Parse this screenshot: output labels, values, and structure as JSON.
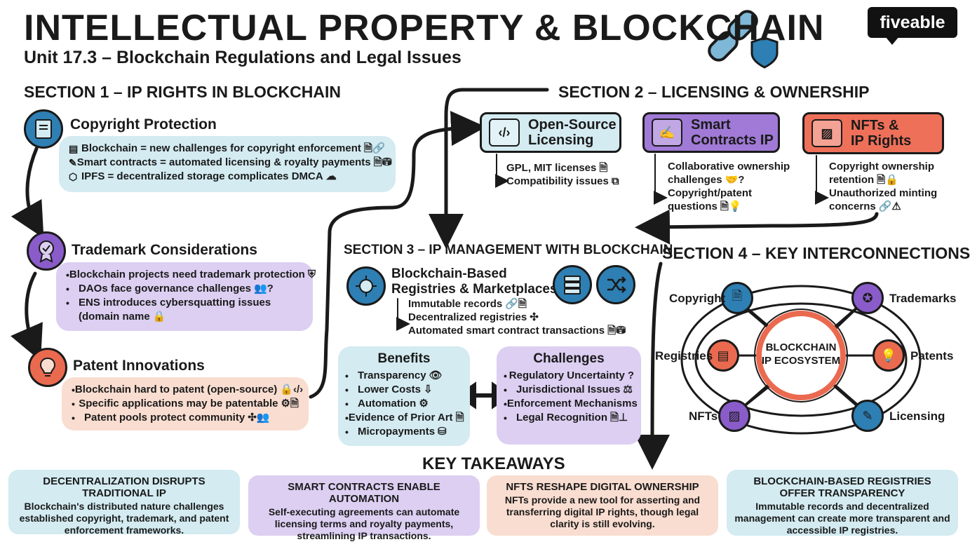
{
  "header": {
    "title": "INTELLECTUAL PROPERTY & BLOCKCHAIN",
    "subtitle": "Unit 17.3 – Blockchain Regulations and Legal Issues",
    "logo": "fiveable"
  },
  "section1": {
    "title": "SECTION 1 – IP RIGHTS IN BLOCKCHAIN",
    "copyright": {
      "heading": "Copyright Protection",
      "items": [
        "Blockchain = new challenges for copyright enforcement",
        "Smart contracts = automated licensing & royalty payments",
        "IPFS = decentralized storage complicates DMCA"
      ]
    },
    "trademark": {
      "heading": "Trademark Considerations",
      "items": [
        "Blockchain projects need trademark protection",
        "DAOs face governance challenges",
        "ENS introduces cybersquatting issues",
        "(domain name"
      ]
    },
    "patent": {
      "heading": "Patent Innovations",
      "items": [
        "Blockchain hard to patent (open-source)",
        "Specific applications may be patentable",
        "Patent pools protect community"
      ]
    }
  },
  "section2": {
    "title": "SECTION 2 – LICENSING & OWNERSHIP",
    "cards": [
      {
        "title": "Open-Source\nLicensing",
        "items": [
          "GPL, MIT licenses",
          "Compatibility issues"
        ]
      },
      {
        "title": "Smart\nContracts IP",
        "items": [
          "Collaborative ownership",
          "challenges",
          "Copyright/patent",
          "questions"
        ]
      },
      {
        "title": "NFTs &\nIP Rights",
        "items": [
          "Copyright ownership",
          "retention",
          "Unauthorized minting",
          "concerns"
        ]
      }
    ]
  },
  "section3": {
    "title": "SECTION 3 – IP MANAGEMENT WITH BLOCKCHAIN",
    "registries": {
      "heading": "Blockchain-Based\nRegistries & Marketplaces",
      "items": [
        "Immutable records",
        "Decentralized registries",
        "Automated smart contract transactions"
      ]
    },
    "benefits": {
      "heading": "Benefits",
      "items": [
        "Transparency",
        "Lower Costs",
        "Automation",
        "Evidence of Prior Art",
        "Micropayments"
      ]
    },
    "challenges": {
      "heading": "Challenges",
      "items": [
        "Regulatory Uncertainty",
        "Jurisdictional Issues",
        "Enforcement Mechanisms",
        "Legal Recognition"
      ]
    }
  },
  "section4": {
    "title": "SECTION 4 – KEY INTERCONNECTIONS",
    "center": "BLOCKCHAIN\nIP ECOSYSTEM",
    "nodes": [
      "Copyright",
      "Trademarks",
      "Registries",
      "Patents",
      "NFTs",
      "Licensing"
    ]
  },
  "takeaways": {
    "title": "KEY TAKEAWAYS",
    "cards": [
      {
        "heading": "DECENTRALIZATION DISRUPTS\nTRADITIONAL IP",
        "text": "Blockchain's distributed nature challenges established copyright, trademark, and patent enforcement frameworks."
      },
      {
        "heading": "SMART CONTRACTS ENABLE AUTOMATION",
        "text": "Self-executing agreements can automate licensing terms and royalty payments, streamlining IP transactions."
      },
      {
        "heading": "NFTS RESHAPE DIGITAL OWNERSHIP",
        "text": "NFTs provide a new tool for asserting and transferring digital IP rights, though legal clarity is still evolving."
      },
      {
        "heading": "BLOCKCHAIN-BASED REGISTRIES\nOFFER TRANSPARENCY",
        "text": "Immutable records and decentralized management can create more transparent and accessible IP registries."
      }
    ]
  },
  "colors": {
    "blue": "#2e7fb3",
    "purple": "#8a5cc9",
    "orange": "#ea6a50",
    "light_blue": "#d3ebf1",
    "light_purple": "#dccff2",
    "peach": "#f9ddd0"
  }
}
